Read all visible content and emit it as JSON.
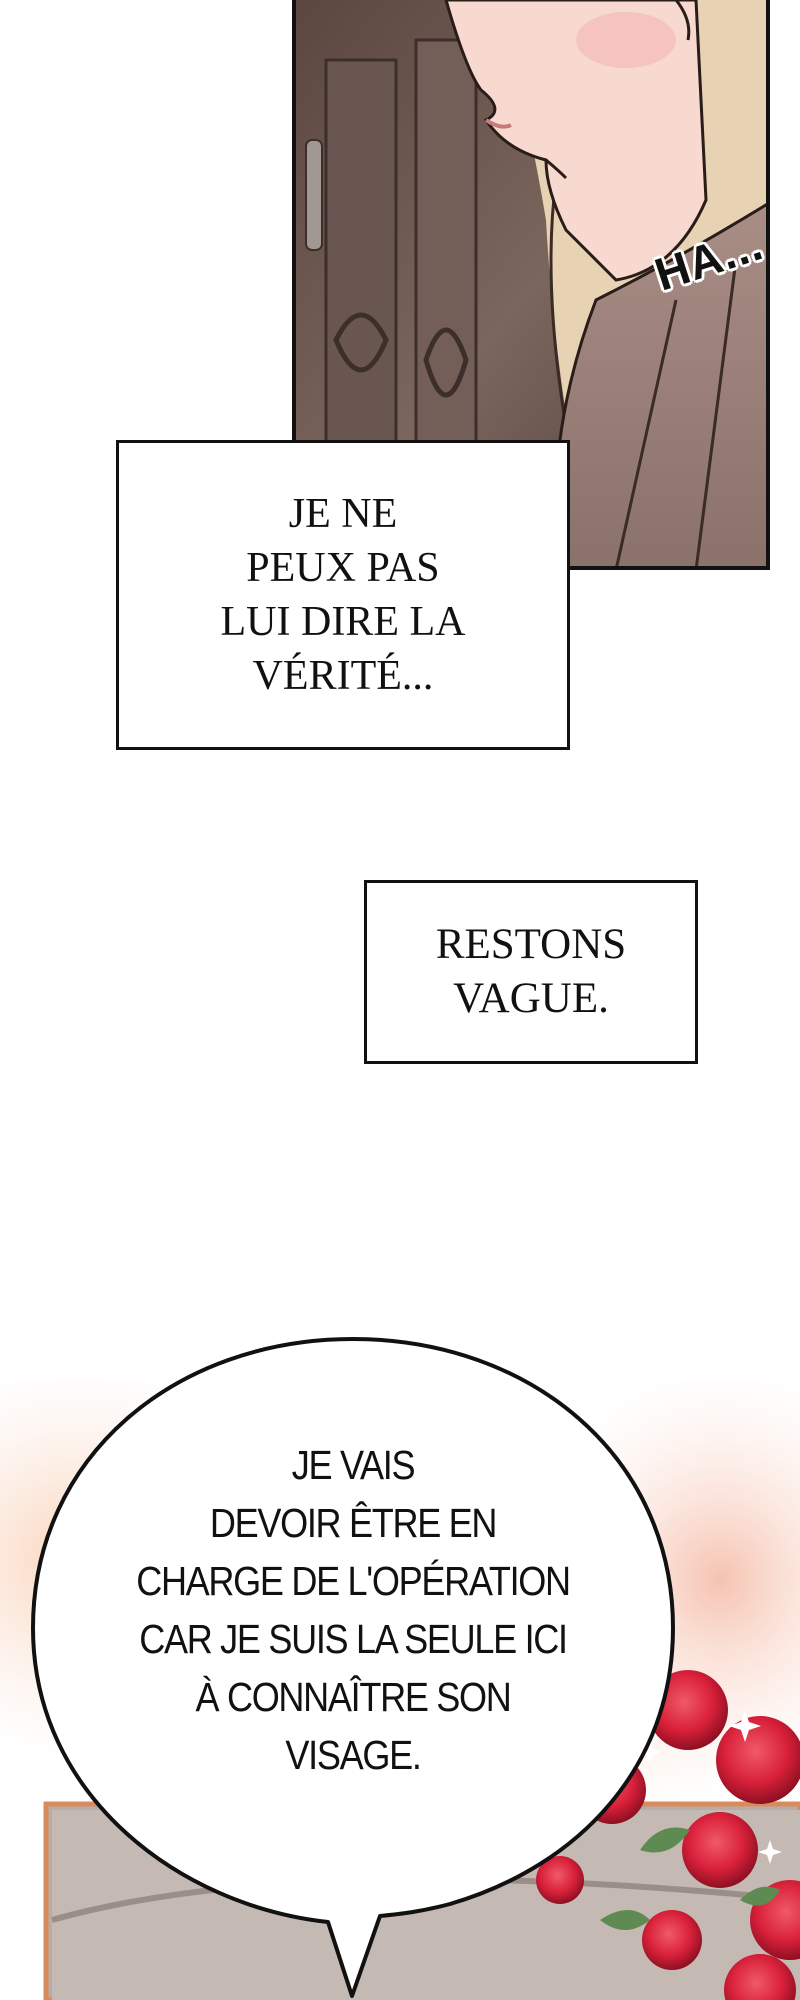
{
  "panel_top": {
    "sfx": "HA..."
  },
  "captions": [
    {
      "lines": [
        "JE NE",
        "PEUX PAS",
        "LUI DIRE LA",
        "VÉRITÉ..."
      ]
    },
    {
      "lines": [
        "RESTONS",
        "VAGUE."
      ]
    }
  ],
  "speech_bubble": {
    "lines": [
      "JE VAIS",
      "DEVOIR ÊTRE EN",
      "CHARGE DE L'OPÉRATION",
      "CAR JE SUIS LA SEULE ICI",
      "À CONNAÎTRE SON",
      "VISAGE."
    ]
  },
  "colors": {
    "panel_border": "#111111",
    "background": "#ffffff",
    "rose": "#d9203a",
    "skin": "#f7d9cf",
    "hair": "#e7d2b3"
  }
}
